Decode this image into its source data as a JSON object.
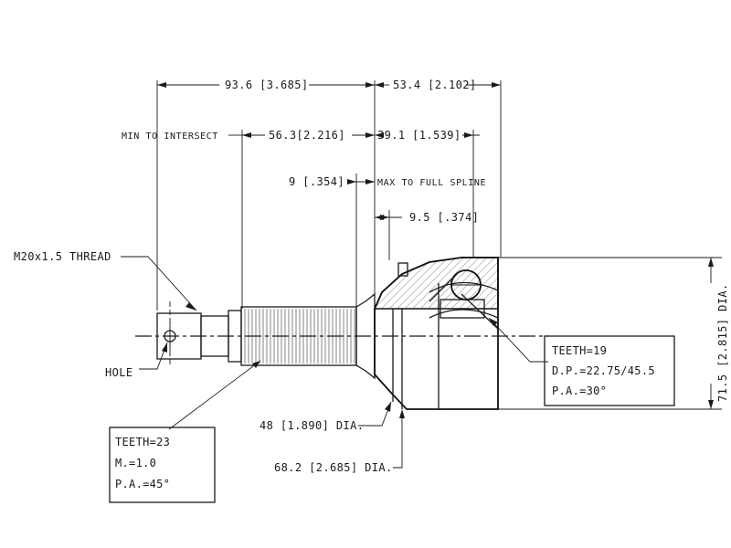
{
  "dimensions": {
    "overall_left": "93.6 [3.685]",
    "overall_right": "53.4 [2.102]",
    "min_to_intersect_label": "MIN TO INTERSECT",
    "min_to_intersect": "56.3[2.216]",
    "intersect_right": "39.1 [1.539]",
    "max_full_spline_value": "9 [.354]",
    "max_full_spline_label": "MAX TO FULL SPLINE",
    "short_offset": "9.5 [.374]",
    "thread": "M20x1.5 THREAD",
    "hole": "HOLE",
    "dia_48": "48 [1.890] DIA.",
    "dia_68": "68.2 [2.685] DIA.",
    "dia_71_5": "71.5 [2.815] DIA."
  },
  "outer_spline_spec": {
    "teeth": "TEETH=23",
    "module": "M.=1.0",
    "pressure_angle": "P.A.=45°"
  },
  "inner_spline_spec": {
    "teeth": "TEETH=19",
    "dp": "D.P.=22.75/45.5",
    "pressure_angle": "P.A.=30°"
  }
}
